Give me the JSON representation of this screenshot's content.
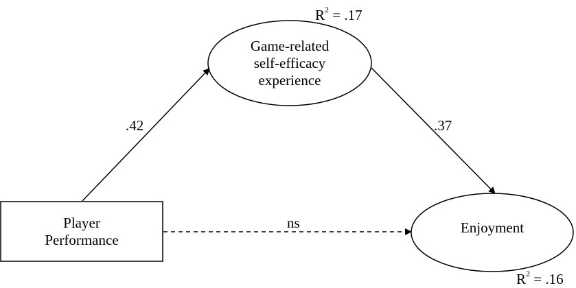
{
  "nodes": {
    "player": {
      "lines": [
        "Player",
        "Performance"
      ]
    },
    "efficacy": {
      "lines": [
        "Game-related",
        "self-efficacy",
        "experience"
      ]
    },
    "enjoyment": {
      "lines": [
        "Enjoyment"
      ]
    }
  },
  "paths": {
    "player_to_efficacy": ".42",
    "efficacy_to_enjoyment": ".37",
    "player_to_enjoyment": "ns"
  },
  "r_squared": {
    "efficacy": {
      "symbol": "R",
      "exponent": "2",
      "value": " = .17"
    },
    "enjoyment": {
      "symbol": "R",
      "exponent": "2",
      "value": " = .16"
    }
  }
}
